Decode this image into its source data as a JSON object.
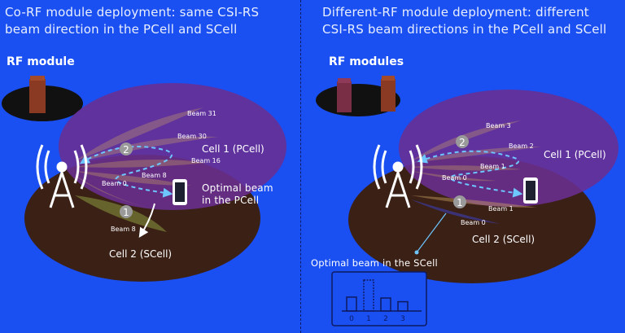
{
  "left": {
    "title": "Co-RF module deployment: same CSI-RS\nbeam direction in the PCell and SCell",
    "rf_label": "RF module",
    "pcell_label": "Cell 1 (PCell)",
    "scell_label": "Cell 2 (SCell)",
    "optimal_label": "Optimal beam\nin the PCell",
    "beams": {
      "b31": "Beam 31",
      "b30": "Beam 30",
      "b16": "Beam 16",
      "b8a": "Beam 8",
      "b0": "Beam 0",
      "b8b": "Beam 8"
    },
    "markers": {
      "m1": "1",
      "m2": "2"
    }
  },
  "right": {
    "title": "Different-RF module deployment: different\nCSI-RS beam directions in the PCell and SCell",
    "rf_label": "RF modules",
    "pcell_label": "Cell 1 (PCell)",
    "scell_label": "Cell 2 (SCell)",
    "optimal_label": "Optimal beam in the SCell",
    "beams": {
      "b3": "Beam 3",
      "b2": "Beam 2",
      "b1a": "Beam 1",
      "b0a": "Beam 0",
      "b1b": "Beam 1",
      "b0b": "Beam 0"
    },
    "markers": {
      "m1": "1",
      "m2": "2"
    },
    "histogram": {
      "ticks": [
        "0",
        "1",
        "2",
        "3"
      ],
      "values": [
        0.45,
        1.0,
        0.42,
        0.3
      ]
    }
  },
  "colors": {
    "background": "#1a4ff2",
    "scell": "#3b2016",
    "pcell": "#6a2f92",
    "beam": "#c8a060",
    "path": "#6ec6ff"
  }
}
